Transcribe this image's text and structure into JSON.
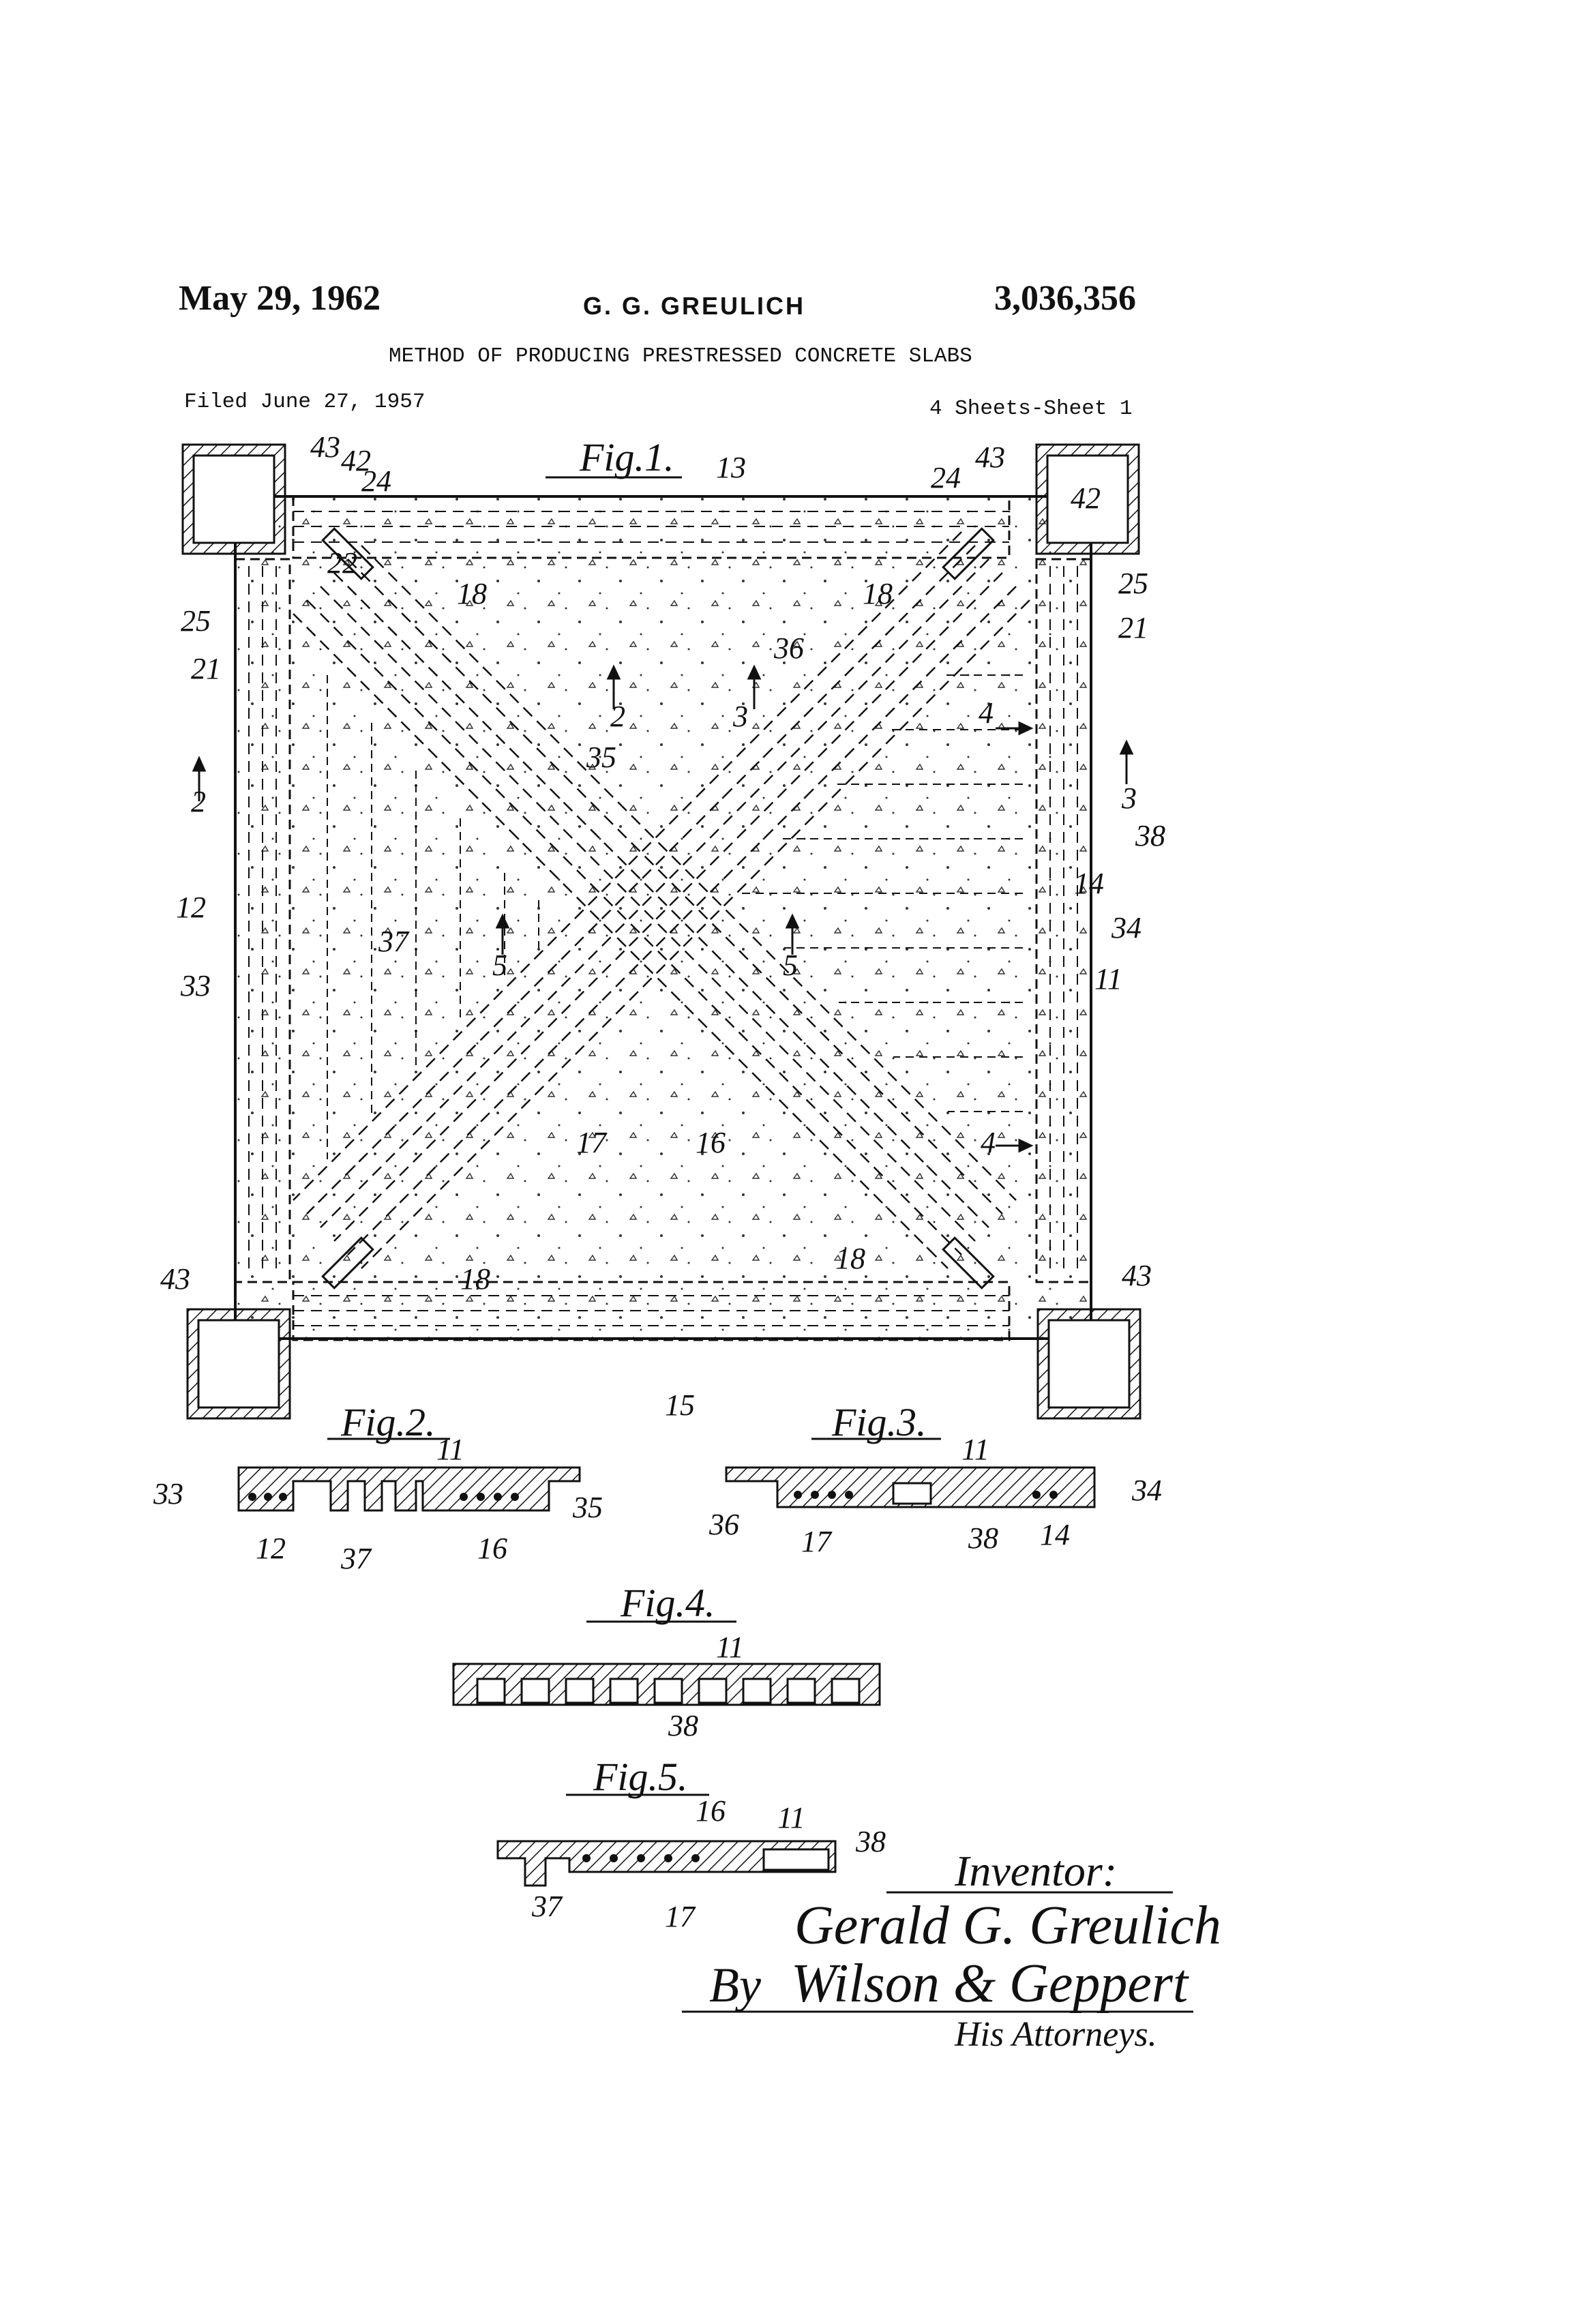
{
  "header": {
    "date": "May 29, 1962",
    "inventor": "G. G. GREULICH",
    "patent_number": "3,036,356",
    "title": "METHOD OF PRODUCING PRESTRESSED CONCRETE SLABS",
    "filed": "Filed June 27, 1957",
    "sheets": "4 Sheets-Sheet 1"
  },
  "figures": {
    "fig1": "Fig.1.",
    "fig2": "Fig.2.",
    "fig3": "Fig.3.",
    "fig4": "Fig.4.",
    "fig5": "Fig.5."
  },
  "labels": {
    "n43": "43",
    "n42": "42",
    "n24": "24",
    "n22": "22",
    "n13": "13",
    "n18": "18",
    "n25": "25",
    "n21": "21",
    "n36": "36",
    "n2": "2",
    "n3": "3",
    "n4": "4",
    "n35": "35",
    "n38": "38",
    "n14": "14",
    "n12": "12",
    "n34": "34",
    "n37": "37",
    "n5": "5",
    "n33": "33",
    "n11": "11",
    "n17": "17",
    "n16": "16",
    "n15": "15"
  },
  "signature": {
    "inventor_label": "Inventor:",
    "inventor_name": "Gerald G. Greulich",
    "by": "By",
    "attorneys": "Wilson & Geppert",
    "attorneys_label": "His Attorneys."
  }
}
